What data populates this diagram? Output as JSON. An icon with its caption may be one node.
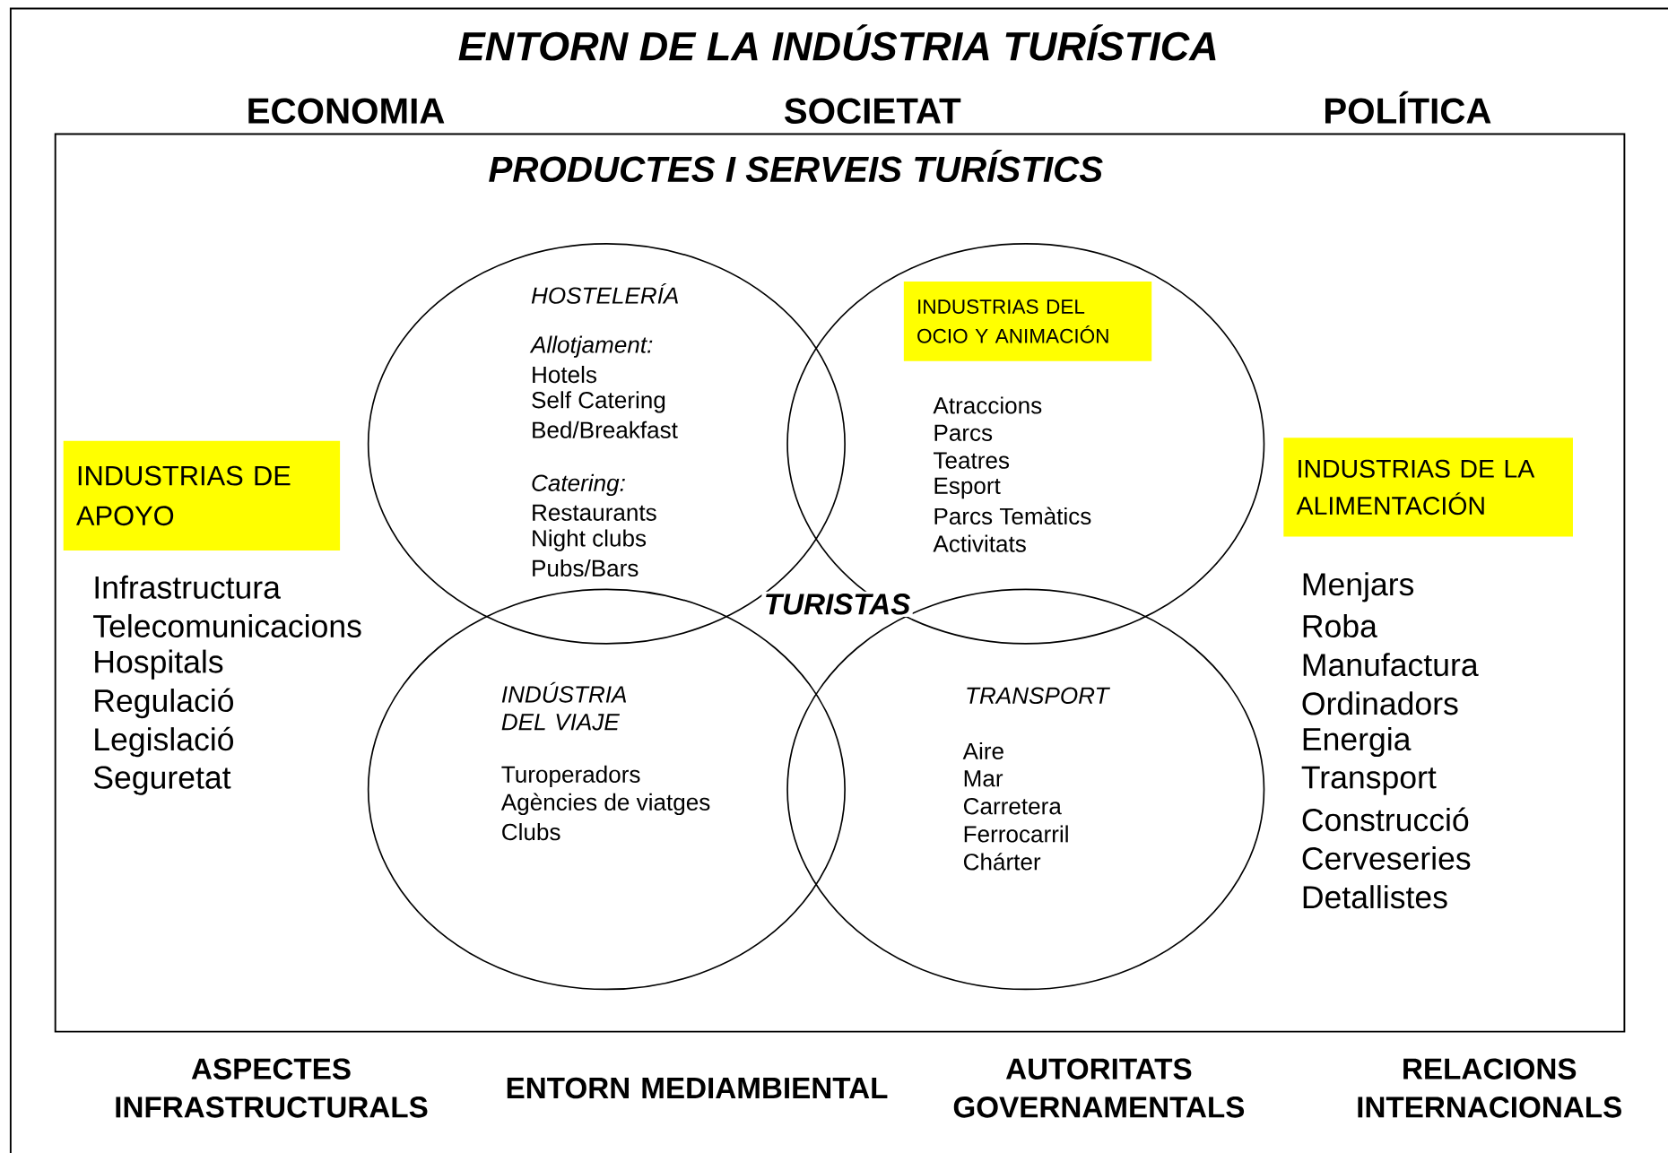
{
  "diagram": {
    "title": "ENTORN DE LA INDÚSTRIA TURÍSTICA",
    "nodes": [
      {
        "text": [
          "PRODUCTES I SERVEIS TURÍSTICS"
        ]
      },
      {
        "text": [
          "HOSTELERÍA",
          "Allotjament:",
          "Hotels",
          "Self Catering",
          "Bed/Breakfast",
          "Catering:",
          "Restaurants",
          "Night clubs",
          "Pubs/Bars"
        ],
        "in": 0
      },
      {
        "text": [
          "Atraccions",
          "Parcs",
          "Teatres",
          "Esport",
          "Parcs Temàtics",
          "Activitats"
        ],
        "in": 0
      },
      {
        "text": [
          "INDUSTRIAS DEL OCIO Y ANIMACIÓN"
        ],
        "in": 2
      },
      {
        "text": [
          "INDÚSTRIA DEL VIAJE",
          "Turoperadors",
          "Agències de viatges",
          "Clubs"
        ],
        "in": 0
      },
      {
        "text": [
          "TRANSPORT",
          "Aire",
          "Mar",
          "Carretera",
          "Ferrocarril",
          "Chárter"
        ],
        "in": 0
      },
      {
        "text": [
          "INDUSTRIAS DE APOYO"
        ],
        "in": 0
      },
      {
        "text": [
          "INDUSTRIAS DE LA ALIMENTACIÓN"
        ],
        "in": 0
      }
    ],
    "labels": [
      "ECONOMIA",
      "SOCIETAT",
      "POLÍTICA",
      "TURISTAS",
      "Infrastructura",
      "Telecomunicacions",
      "Hospitals",
      "Regulació",
      "Legislació",
      "Seguretat",
      "Menjars",
      "Roba",
      "Manufactura",
      "Ordinadors",
      "Energia",
      "Transport",
      "Construcció",
      "Cerveseries",
      "Detallistes",
      "ASPECTES INFRASTRUCTURALS",
      "ENTORN MEDIAMBIENTAL",
      "AUTORITATS GOVERNAMENTALS",
      "RELACIONS INTERNACIONALS"
    ]
  }
}
